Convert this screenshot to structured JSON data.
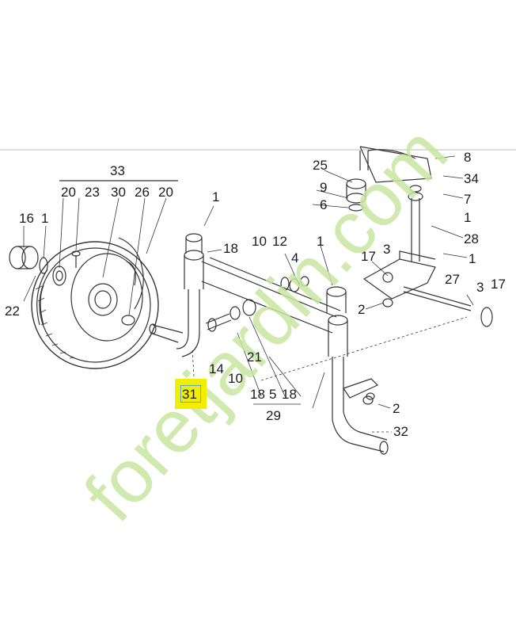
{
  "diagram": {
    "highlight_color": "#f2ee00",
    "highlighted_part": "31",
    "labels": {
      "p33": "33",
      "p20a": "20",
      "p23": "23",
      "p30": "30",
      "p26": "26",
      "p20b": "20",
      "p16": "16",
      "p1a": "1",
      "p22": "22",
      "p1b": "1",
      "p18a": "18",
      "p10a": "10",
      "p12": "12",
      "p4": "4",
      "p1c": "1",
      "p14": "14",
      "p10b": "10",
      "p21": "21",
      "p31": "31",
      "p18b": "18",
      "p5": "5",
      "p18c": "18",
      "p29": "29",
      "p25": "25",
      "p9": "9",
      "p6": "6",
      "p8": "8",
      "p34": "34",
      "p7": "7",
      "p1d": "1",
      "p28": "28",
      "p1e": "1",
      "p17a": "17",
      "p3a": "3",
      "p27": "27",
      "p3b": "3",
      "p17b": "17",
      "p2a": "2",
      "p2b": "2",
      "p32": "32"
    }
  },
  "watermark": {
    "text": "foretjardin.com",
    "color_green": "#c8e6a0",
    "color_orange": "#f5cfa0"
  }
}
